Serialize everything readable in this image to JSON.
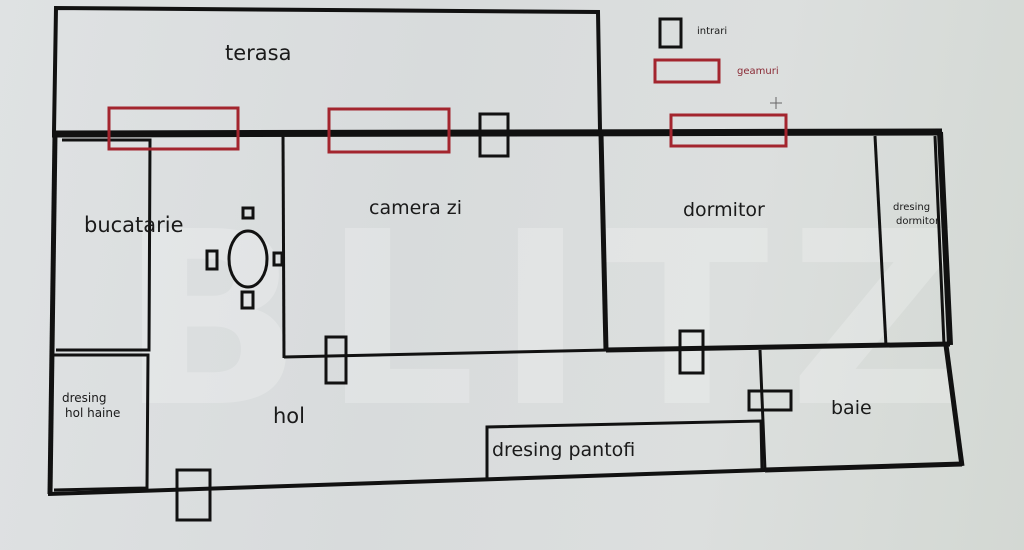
{
  "watermark": "BLITZ",
  "legend": {
    "door_label": "intrari",
    "window_label": "geamuri",
    "window_color": "#a3252e",
    "door_color": "#111111"
  },
  "rooms": {
    "terrace": "terasa",
    "kitchen": "bucatarie",
    "living": "camera zi",
    "bedroom": "dormitor",
    "bedroom_closet_line1": "dresing",
    "bedroom_closet_line2": "dormitor",
    "hall_closet_line1": "dresing",
    "hall_closet_line2": "hol haine",
    "hall": "hol",
    "shoe_closet": "dresing pantofi",
    "bathroom": "baie"
  }
}
